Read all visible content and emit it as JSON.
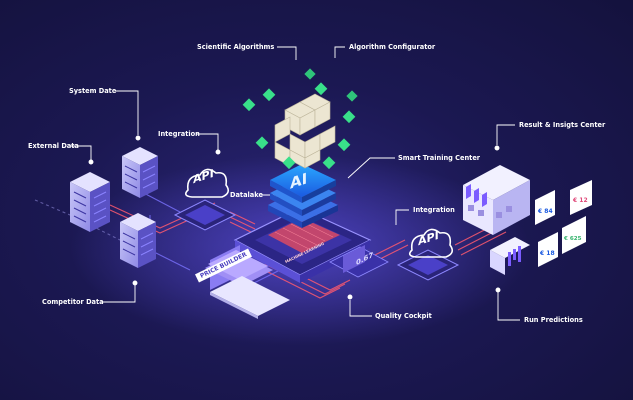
{
  "labels": {
    "scientific_algorithms": "Scientific Algorithms",
    "algorithm_configurator": "Algorithm Configurator",
    "system_data": "System Date",
    "integration_left": "Integration",
    "external_data": "External Data",
    "result_insights_center": "Result & Insigts Center",
    "smart_training_center": "Smart Training Center",
    "datalake": "Datalake",
    "integration_right": "Integration",
    "competitor_data": "Competitor Data",
    "quality_cockpit": "Quality Cockpit",
    "run_predictions": "Run Predictions"
  },
  "tags": {
    "api_left": "API",
    "api_right": "API",
    "ai": "AI",
    "price_builder": "PRICE BUILDER",
    "machine_learning": "MACHINE LEARNING",
    "quality_value": "0.67"
  },
  "price_cards": [
    "€ 84",
    "€ 12",
    "€ 18",
    "€ 625"
  ],
  "colors": {
    "background": "#1b1852",
    "accent_cyan": "#33d6ff",
    "accent_purple": "#7b5cff",
    "cube_green": "#39e08a",
    "connector_red": "#ff5a6e",
    "label_text": "#ffffff"
  }
}
